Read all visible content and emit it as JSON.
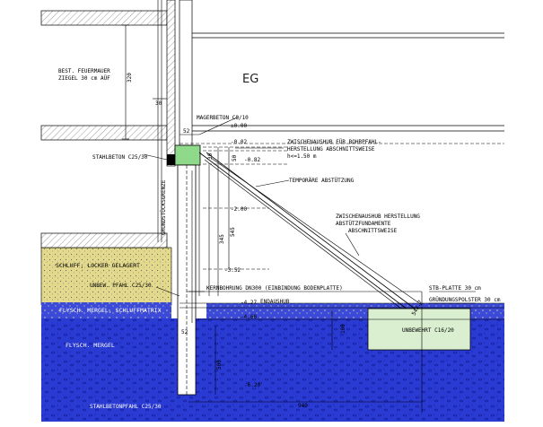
{
  "colors": {
    "sand": "#e3d98c",
    "sand_dots": "#6b6b6b",
    "marl": "#2a3bd4",
    "marl_dark": "#1424b0",
    "fill_green": "#d9efcf",
    "hatch": "#8a8a8a",
    "line": "#000000"
  },
  "floor_label": "EG",
  "labels": {
    "wall": [
      "BEST. FEUERMAUER",
      "ZIEGEL 30 cm AÜF"
    ],
    "magerbeton": "MAGERBETON C8/10",
    "stahlbeton": "STAHLBETON C25/30",
    "grundstuecksgrenze": "GRUNDSTÜCKSGRENZE",
    "zwischenaushub_1": [
      "ZWISCHENAUSHUB FÜR BOHRPFAHL-",
      "HERSTELLUNG ABSCHNITTSWEISE",
      "h<=1.50 m"
    ],
    "temporaere": "TEMPORÄRE ABSTÜTZUNG",
    "zwischenaushub_2": [
      "ZWISCHENAUSHUB HERSTELLUNG",
      "ABSTÜTZFUNDAMENTE",
      "ABSCHNITTSWEISE"
    ],
    "schluff": "SCHLUFF, LOCKER GELAGERT",
    "unbew_pfahl": "UNBEW. PFAHL C25/30",
    "flysch_mergel_schluff": "FLYSCH. MERGEL, SCHLUFFMATRIX",
    "kernbohrung": "KERNBOHRUNG DN300 (EINBINDUNG BODENPLATTE)",
    "endaushub": "ENDAUSHUB",
    "stb_platte": "STB-PLATTE 30 cm",
    "gruendungspolster": "GRÜNDUNGSPOLSTER 30 cm",
    "flysch_mergel": "FLYSCH. MERGEL",
    "unbewehrt": "UNBEWEHRT C16/20",
    "stahlbetonpfahl": "STAHLBETONPFAHL C25/30"
  },
  "dimensions": {
    "d320": "320",
    "d30": "30",
    "d52_top": "52",
    "pm000": "±0.00",
    "m002": "-0.02",
    "m082": "-0.82",
    "d30b": "30",
    "d50": "50",
    "m200": "-2.00",
    "d345": "345",
    "d545": "545",
    "m352": "-3.52",
    "m427": "-4.27",
    "m460": "-4.60",
    "d52_bot": "52",
    "d100": "100",
    "d500": "500",
    "m620": "-6.20",
    "d949": "949",
    "d5437": "543.7"
  }
}
